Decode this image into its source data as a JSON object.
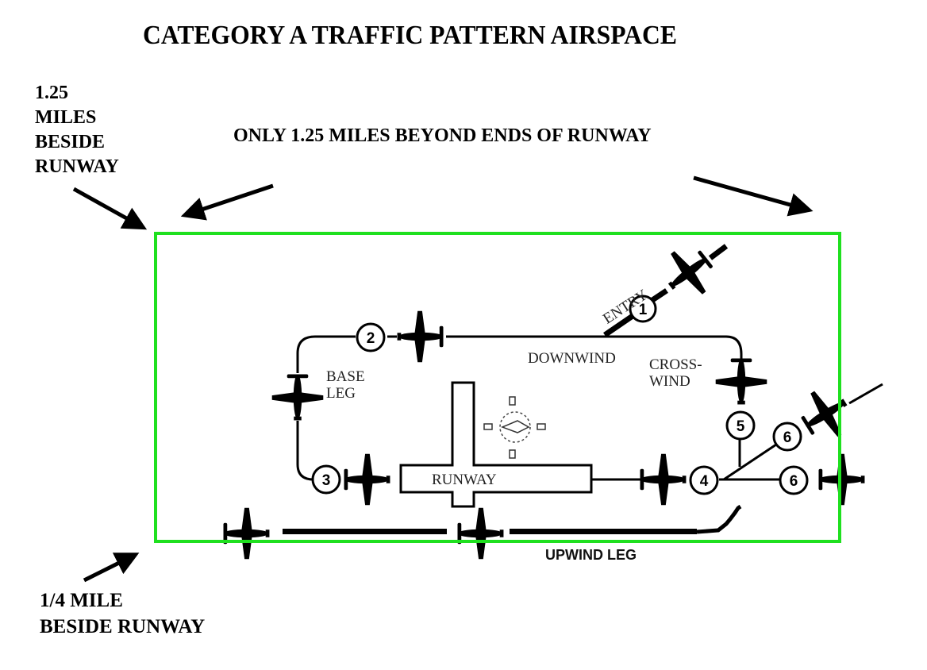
{
  "title": "CATEGORY A TRAFFIC PATTERN AIRSPACE",
  "annotations": {
    "beside_runway_far": [
      "1.25",
      "MILES",
      "BESIDE",
      "RUNWAY"
    ],
    "beyond_ends": "ONLY 1.25 MILES BEYOND ENDS OF RUNWAY",
    "beside_runway_near": [
      "1/4 MILE",
      "BESIDE RUNWAY"
    ]
  },
  "pattern": {
    "legs": {
      "entry": "ENTRY",
      "downwind": "DOWNWIND",
      "crosswind": [
        "CROSS-",
        "WIND"
      ],
      "base": [
        "BASE",
        "LEG"
      ],
      "runway": "RUNWAY",
      "upwind": "UPWIND LEG"
    },
    "positions": [
      "1",
      "2",
      "3",
      "4",
      "5",
      "6",
      "6"
    ]
  },
  "colors": {
    "airspace_boundary": "#1fe01f",
    "ink": "#000000",
    "background": "#ffffff"
  }
}
